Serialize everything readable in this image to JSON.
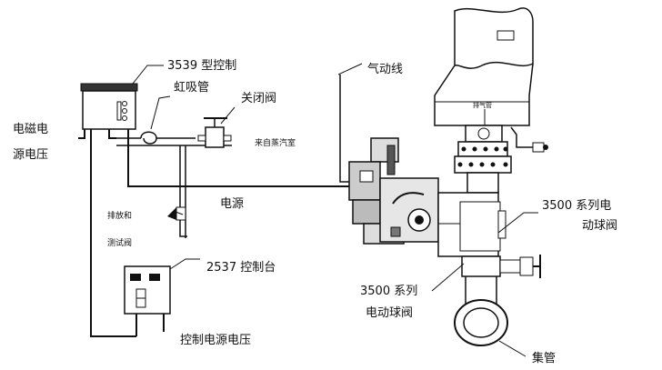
{
  "labels": {
    "control_3539": "3539 型控制",
    "siphon": "虹吸管",
    "shutoff_valve": "关闭阀",
    "pneumatic_line": "气动线",
    "solenoid_voltage_1": "电磁电",
    "solenoid_voltage_2": "源电压",
    "from_steam_1": "来自蒸汽室",
    "power": "电源",
    "drain_test_1": "排放和",
    "drain_test_2": "测试阀",
    "console_2537": "2537 控制台",
    "control_power_voltage": "控制电源电压",
    "valve_3500_top_1": "3500 系列电",
    "valve_3500_top_2": "动球阀",
    "valve_3500_bottom_1": "3500 系列",
    "valve_3500_bottom_2": "电动球阀",
    "vent_pipe": "排气管",
    "header_pipe": "集管"
  }
}
